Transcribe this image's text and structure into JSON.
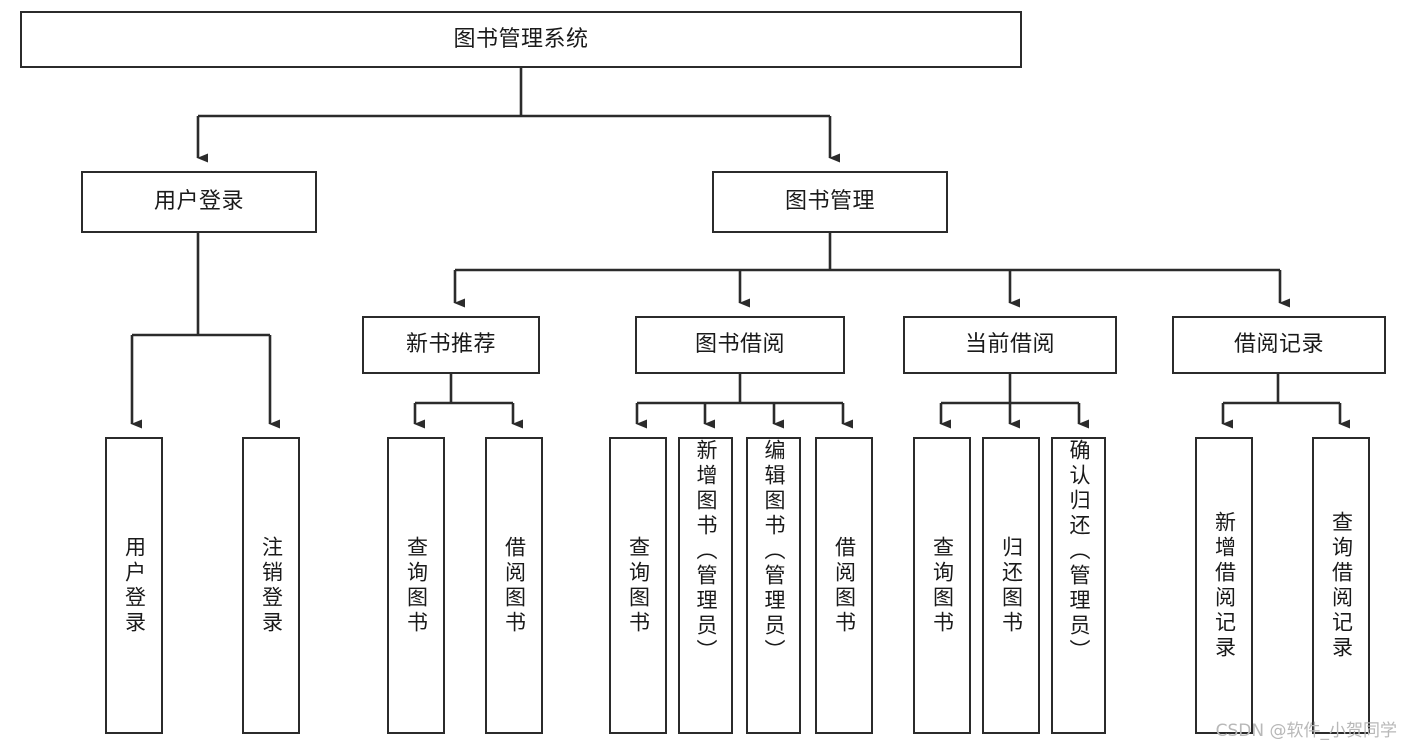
{
  "diagram": {
    "title": "图书管理系统",
    "watermark": "CSDN @软件_小贺同学",
    "line_color": "#2b2b2b",
    "box_fill": "#ffffff",
    "text_color": "#1a1a1a",
    "root": {
      "label": "图书管理系统"
    },
    "level2": [
      {
        "label": "用户登录"
      },
      {
        "label": "图书管理"
      }
    ],
    "level3": [
      {
        "label": "新书推荐"
      },
      {
        "label": "图书借阅"
      },
      {
        "label": "当前借阅"
      },
      {
        "label": "借阅记录"
      }
    ],
    "leaves": {
      "user_login": [
        {
          "label": "用户登录"
        },
        {
          "label": "注销登录"
        }
      ],
      "new_book_recommend": [
        {
          "label": "查询图书"
        },
        {
          "label": "借阅图书"
        }
      ],
      "book_borrow": [
        {
          "label": "查询图书"
        },
        {
          "label": "新增图书（管理员）"
        },
        {
          "label": "编辑图书（管理员）"
        },
        {
          "label": "借阅图书"
        }
      ],
      "current_borrow": [
        {
          "label": "查询图书"
        },
        {
          "label": "归还图书"
        },
        {
          "label": "确认归还（管理员）"
        }
      ],
      "borrow_record": [
        {
          "label": "新增借阅记录"
        },
        {
          "label": "查询借阅记录"
        }
      ]
    }
  }
}
